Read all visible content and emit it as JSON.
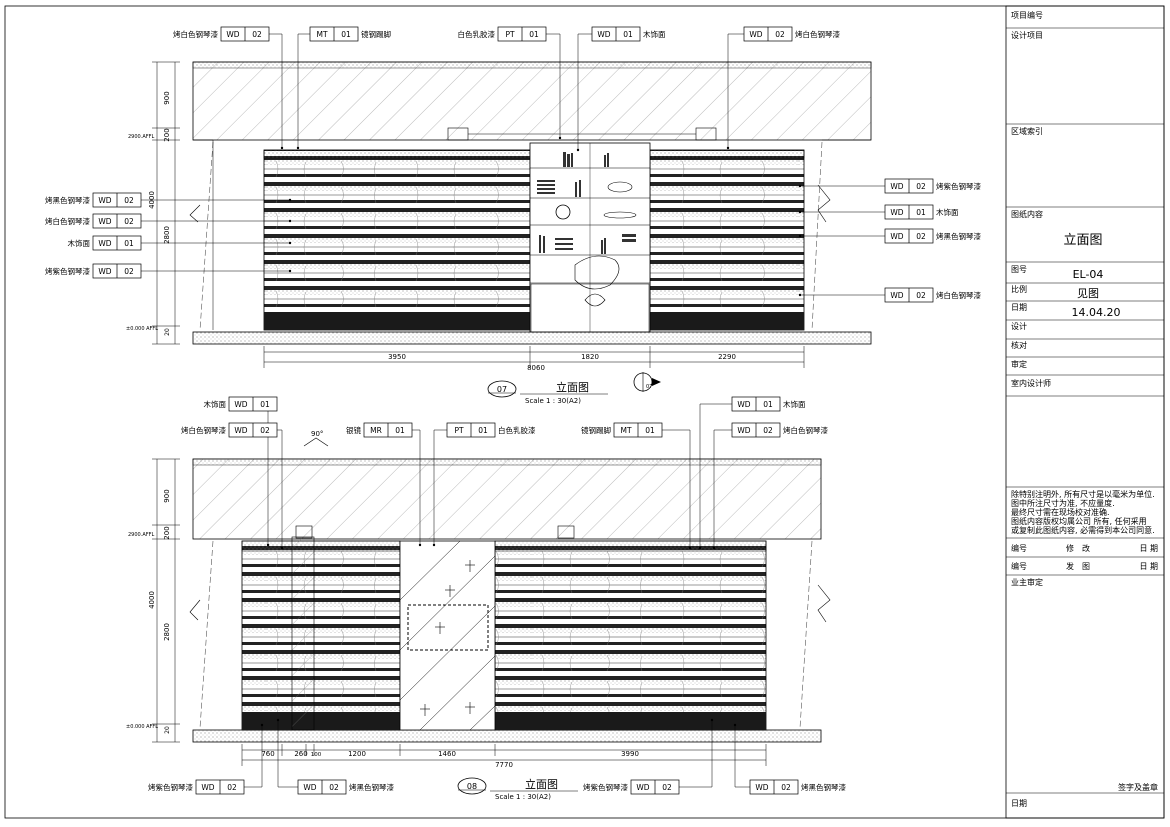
{
  "title_block": {
    "project_no": "项目编号",
    "design_project": "设计项目",
    "area_index": "区域索引",
    "drawing_content_label": "图纸内容",
    "drawing_content": "立面图",
    "drawing_no_label": "图号",
    "drawing_no": "EL-04",
    "scale_label": "比例",
    "scale_value": "见图",
    "date_label": "日期",
    "date_value": "14.04.20",
    "design": "设计",
    "check": "核对",
    "review": "审定",
    "interior_designer": "室内设计师",
    "notes": [
      "除特别注明外, 所有尺寸是以毫米为单位.",
      "图中所注尺寸为准, 不应量度.",
      "最终尺寸需在现场校对准确.",
      "图纸内容版权均属公司 所有, 任何采用",
      "或复制此图纸内容, 必需得到本公司同意."
    ],
    "rev_no_1": "编号",
    "rev_modify": "修　改",
    "rev_date_1": "日 期",
    "rev_no_2": "编号",
    "rev_issue": "发　图",
    "rev_date_2": "日 期",
    "owner_review": "业主审定",
    "sign_stamp": "签字及盖章",
    "bottom_date": "日期"
  },
  "elevation_07": {
    "number": "07",
    "title": "立面图",
    "scale": "Scale 1 : 30(A2)",
    "dim_bottom": [
      "3950",
      "1820",
      "2290"
    ],
    "dim_total": "8060",
    "dim_vertical": [
      "900",
      "200",
      "4000",
      "2800",
      "20"
    ],
    "level_top": "2900.AFFL",
    "level_bottom": "±0.000 AFFL",
    "section_tag": "07",
    "callouts": [
      {
        "text": "烤白色钢琴漆",
        "code": "WD",
        "num": "02"
      },
      {
        "text": "镜钢踢脚",
        "code": "MT",
        "num": "01"
      },
      {
        "text": "白色乳胶漆",
        "code": "PT",
        "num": "01"
      },
      {
        "text": "木饰面",
        "code": "WD",
        "num": "01"
      },
      {
        "text": "烤白色钢琴漆",
        "code": "WD",
        "num": "02"
      },
      {
        "text": "烤黑色钢琴漆",
        "code": "WD",
        "num": "02"
      },
      {
        "text": "烤白色钢琴漆",
        "code": "WD",
        "num": "02"
      },
      {
        "text": "木饰面",
        "code": "WD",
        "num": "01"
      },
      {
        "text": "烤紫色钢琴漆",
        "code": "WD",
        "num": "02"
      },
      {
        "text": "烤紫色钢琴漆",
        "code": "WD",
        "num": "02"
      },
      {
        "text": "木饰面",
        "code": "WD",
        "num": "01"
      },
      {
        "text": "烤黑色钢琴漆",
        "code": "WD",
        "num": "02"
      },
      {
        "text": "烤白色钢琴漆",
        "code": "WD",
        "num": "02"
      }
    ]
  },
  "elevation_08": {
    "number": "08",
    "title": "立面图",
    "scale": "Scale 1 : 30(A2)",
    "angle": "90°",
    "dim_bottom": [
      "760",
      "260",
      "100",
      "1200",
      "1460",
      "3990"
    ],
    "dim_total": "7770",
    "dim_vertical": [
      "900",
      "200",
      "4000",
      "2800",
      "20"
    ],
    "level_top": "2900.AFFL",
    "level_bottom": "±0.000 AFFL",
    "callouts": [
      {
        "text": "木饰面",
        "code": "WD",
        "num": "01"
      },
      {
        "text": "烤白色钢琴漆",
        "code": "WD",
        "num": "02"
      },
      {
        "text": "银镜",
        "code": "MR",
        "num": "01"
      },
      {
        "text": "白色乳胶漆",
        "code": "PT",
        "num": "01"
      },
      {
        "text": "镜钢踢脚",
        "code": "MT",
        "num": "01"
      },
      {
        "text": "木饰面",
        "code": "WD",
        "num": "01"
      },
      {
        "text": "烤白色钢琴漆",
        "code": "WD",
        "num": "02"
      },
      {
        "text": "烤紫色钢琴漆",
        "code": "WD",
        "num": "02"
      },
      {
        "text": "烤黑色钢琴漆",
        "code": "WD",
        "num": "02"
      },
      {
        "text": "烤紫色钢琴漆",
        "code": "WD",
        "num": "02"
      },
      {
        "text": "烤黑色钢琴漆",
        "code": "WD",
        "num": "02"
      }
    ]
  }
}
